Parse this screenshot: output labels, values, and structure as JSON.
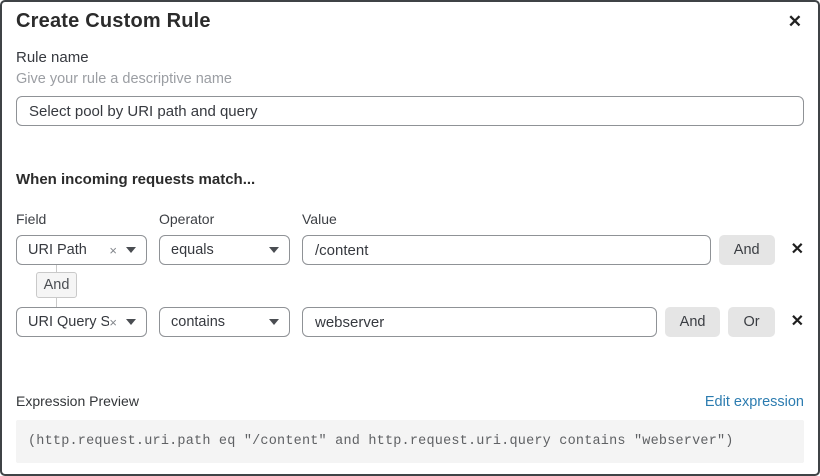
{
  "dialog": {
    "title": "Create Custom Rule",
    "close_glyph": "✕"
  },
  "rule_name": {
    "label": "Rule name",
    "helper": "Give your rule a descriptive name",
    "value": "Select pool by URI path and query"
  },
  "match_section": {
    "heading": "When incoming requests match...",
    "columns": {
      "field": "Field",
      "operator": "Operator",
      "value": "Value"
    },
    "rows": [
      {
        "field": "URI Path",
        "operator": "equals",
        "value": "/content",
        "and_label": "And",
        "remove_glyph": "✕",
        "clear_glyph": "×"
      },
      {
        "field": "URI Query St...",
        "operator": "contains",
        "value": "webserver",
        "and_label": "And",
        "or_label": "Or",
        "remove_glyph": "✕",
        "clear_glyph": "×"
      }
    ],
    "connector_label": "And"
  },
  "expression": {
    "label": "Expression Preview",
    "edit_link": "Edit expression",
    "code": "(http.request.uri.path eq \"/content\" and http.request.uri.query contains \"webserver\")"
  },
  "colors": {
    "link_blue": "#2c7cb0",
    "button_gray": "#e5e5e5",
    "border_gray": "#8f9296",
    "code_background": "#f4f4f4"
  }
}
